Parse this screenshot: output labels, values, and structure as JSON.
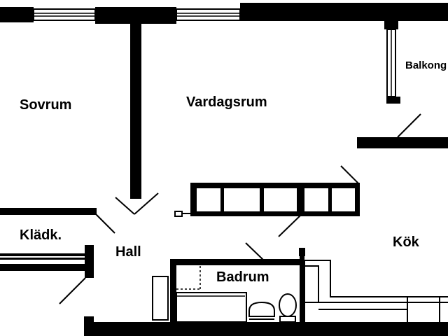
{
  "rooms": {
    "sovrum": "Sovrum",
    "vardagsrum": "Vardagsrum",
    "balkong": "Balkong",
    "kladk": "Klädk.",
    "hall": "Hall",
    "kok": "Kök",
    "badrum": "Badrum"
  },
  "colors": {
    "wall": "#000000",
    "background": "#ffffff"
  }
}
